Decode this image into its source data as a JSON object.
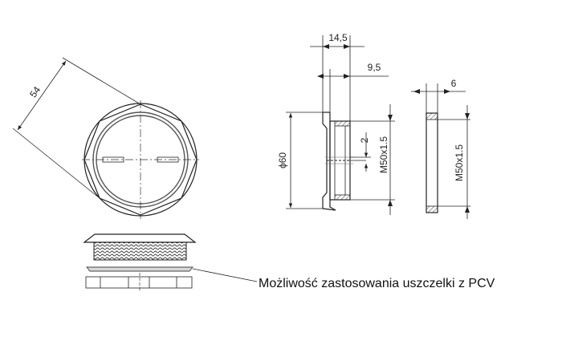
{
  "dimensions": {
    "across_flats": "54",
    "total_width": "14,5",
    "thread_length": "9,5",
    "diameter": "ϕ60",
    "step": "2",
    "thread_main": "M50x1.5",
    "seal_width": "6",
    "thread_seal": "M50x1.5"
  },
  "note": "Możliwość zastosowania uszczelki z PCV"
}
